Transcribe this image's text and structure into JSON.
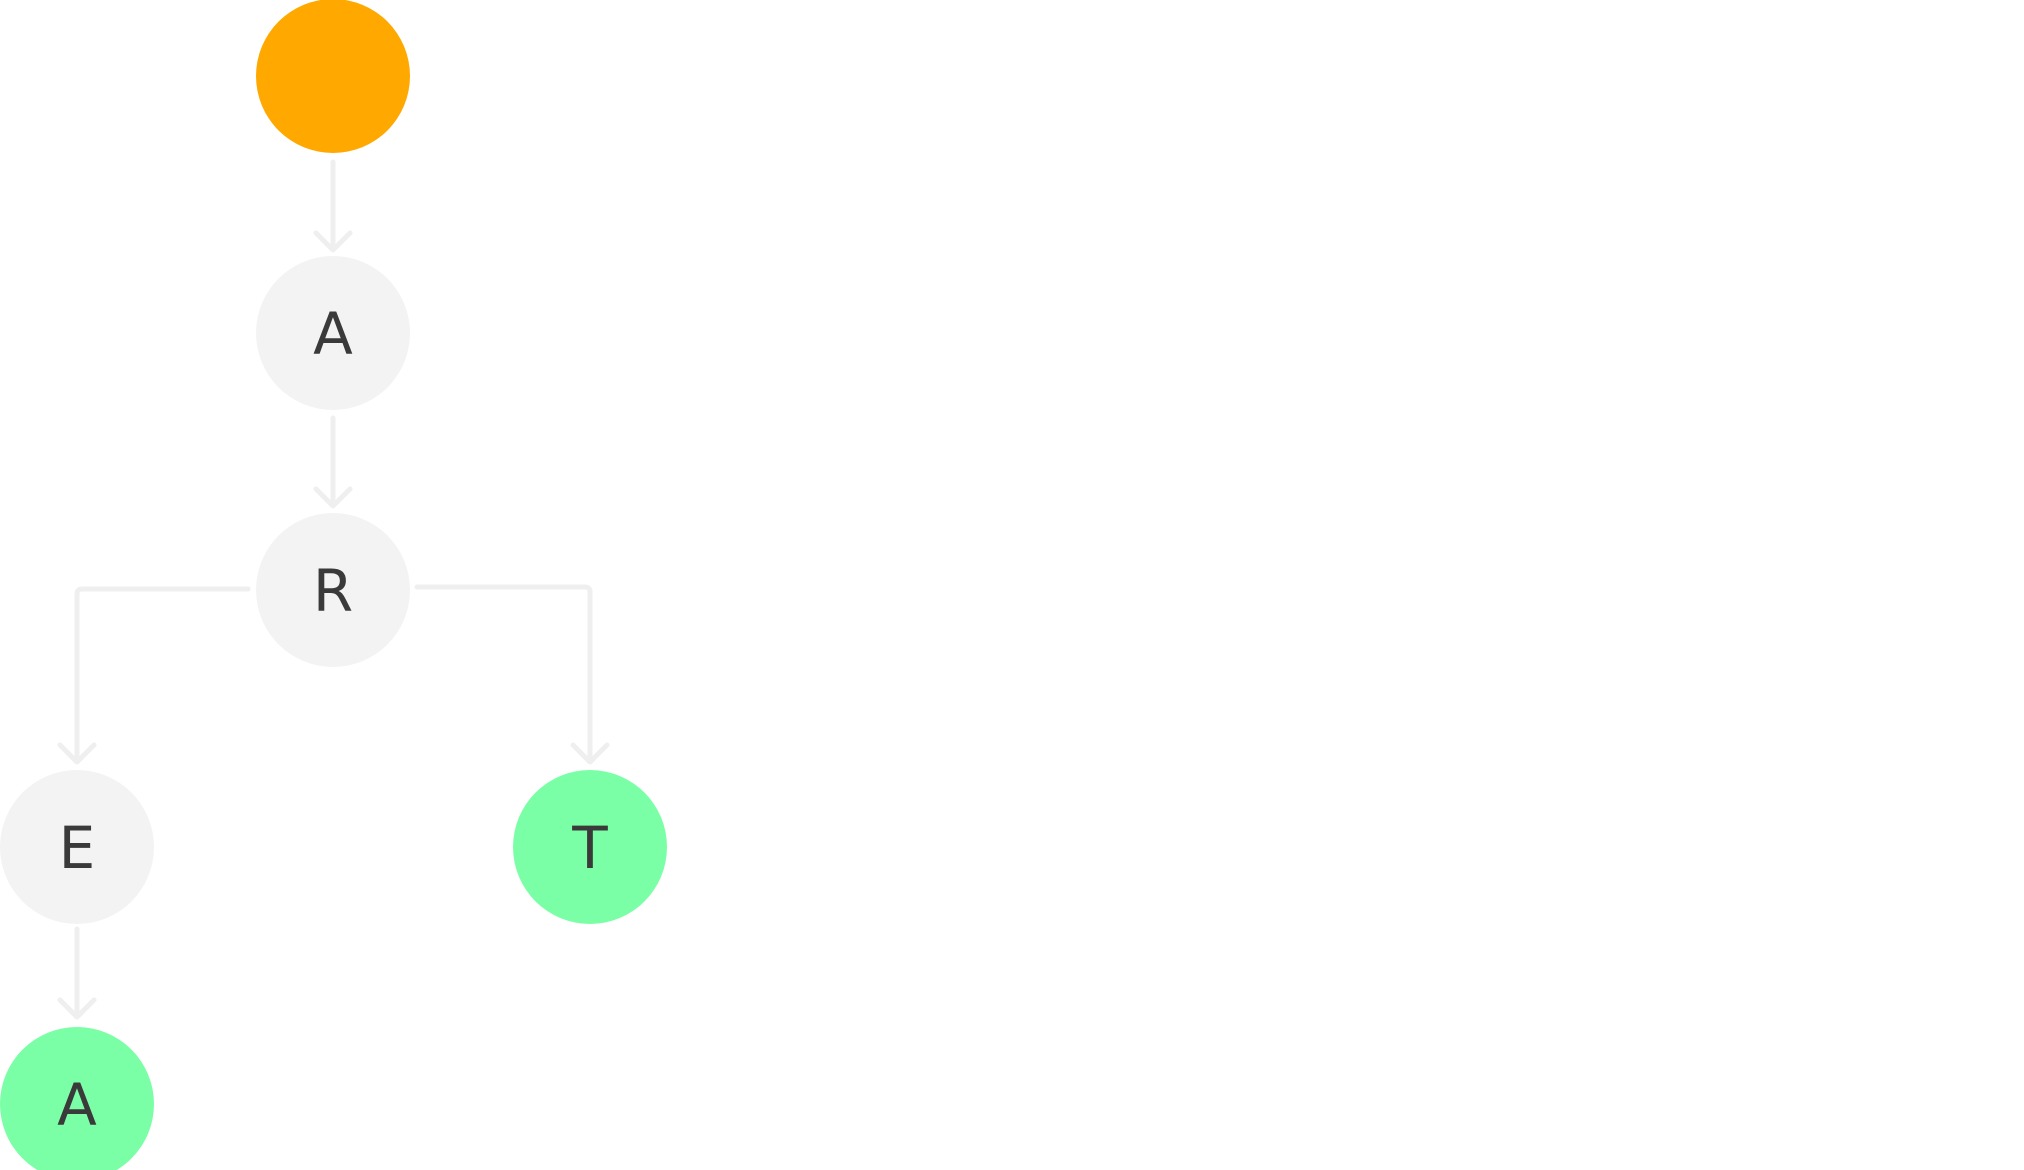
{
  "colors": {
    "root": "#ffa800",
    "intermediate": "#f3f3f3",
    "terminal": "#7affa7",
    "edge": "#efefef",
    "text": "#3a3a3a"
  },
  "tree": {
    "nodes": [
      {
        "id": "root",
        "label": "",
        "kind": "root"
      },
      {
        "id": "a1",
        "label": "A",
        "kind": "intermediate"
      },
      {
        "id": "r",
        "label": "R",
        "kind": "intermediate"
      },
      {
        "id": "e",
        "label": "E",
        "kind": "intermediate"
      },
      {
        "id": "t",
        "label": "T",
        "kind": "terminal"
      },
      {
        "id": "a2",
        "label": "A",
        "kind": "terminal"
      }
    ],
    "edges": [
      {
        "from": "root",
        "to": "a1"
      },
      {
        "from": "a1",
        "to": "r"
      },
      {
        "from": "r",
        "to": "e"
      },
      {
        "from": "r",
        "to": "t"
      },
      {
        "from": "e",
        "to": "a2"
      }
    ]
  }
}
